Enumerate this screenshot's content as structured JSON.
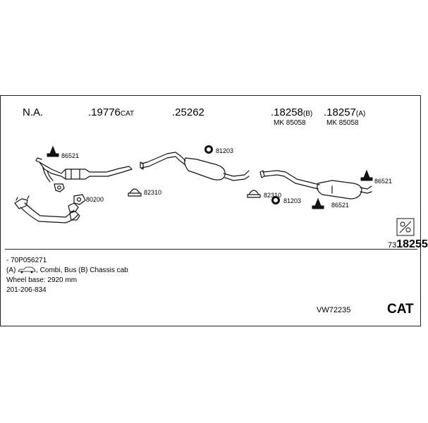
{
  "header": {
    "col1": "N.A.",
    "col2_main": ".19776",
    "col2_suffix": "CAT",
    "col3": ".25262",
    "col4_main": ".18258",
    "col4_suffix": "(B)",
    "col4_sub": "MK 85058",
    "col5_main": ".18257",
    "col5_suffix": "(A)",
    "col5_sub": "MK 85058"
  },
  "parts": {
    "p86521_a": "86521",
    "p80200": "80200",
    "p82310_a": "82310",
    "p81203_a": "81203",
    "p82310_b": "82310",
    "p81203_b": "81203",
    "p86521_b": "86521",
    "p86521_c": "86521"
  },
  "reference": {
    "prefix": "73",
    "number": "18255"
  },
  "info": {
    "line1": "- 70P056271",
    "line2a": "(A)",
    "line2b": ", Combi, Bus (B) Chassis cab",
    "line3": "Wheel base: 2920 mm",
    "line4": "201-206-834"
  },
  "footer": {
    "code": "VW72235",
    "cat": "CAT"
  }
}
